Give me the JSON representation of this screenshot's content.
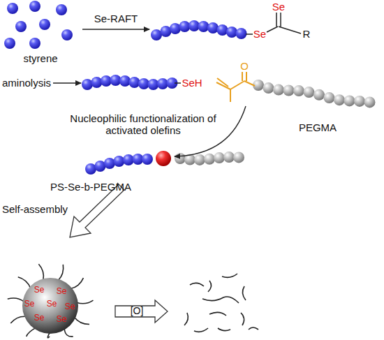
{
  "diagram": {
    "labels": [
      "Se",
      "styrene",
      "Se-RAFT",
      "Se",
      "R",
      "aminolysis",
      "SeH",
      "O",
      "Nucleophilic functionalization of activated olefins",
      "PEGMA",
      "PS-Se-b-PEGMA",
      "Self-assembly",
      "Se",
      "Se",
      "Se",
      "Se",
      "Se",
      "Se",
      "Se",
      "[O]"
    ]
  }
}
